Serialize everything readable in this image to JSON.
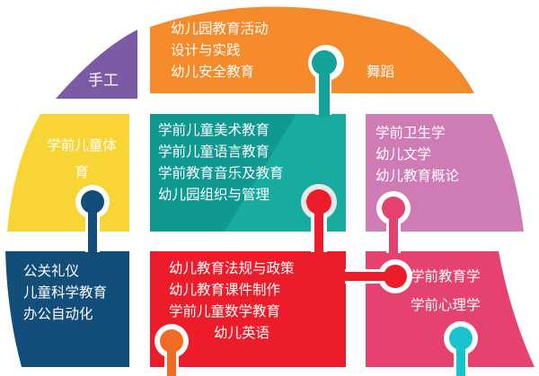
{
  "diagram": {
    "type": "puzzle-semicircle",
    "pieces": [
      {
        "id": "handcraft",
        "color": "#7b5aa6",
        "lines": [
          "手工"
        ]
      },
      {
        "id": "activities",
        "color": "#f58a2a",
        "lines": [
          "幼儿园教育活动",
          "设计与实践",
          "幼儿安全教育"
        ],
        "extra": "舞蹈"
      },
      {
        "id": "pe",
        "color": "#f9d435",
        "lines": [
          "学前儿童体",
          "育"
        ]
      },
      {
        "id": "arts",
        "color": "#14a399",
        "lines": [
          "学前儿童美术教育",
          "学前儿童语言教育",
          "学前教育音乐及教育",
          "幼儿园组织与管理"
        ]
      },
      {
        "id": "health",
        "color": "#cf7bb6",
        "lines": [
          "学前卫生学",
          "幼儿文学",
          "幼儿教育概论"
        ]
      },
      {
        "id": "etiquette",
        "color": "#134d7a",
        "lines": [
          "公关礼仪",
          "儿童科学教育",
          "办公自动化"
        ]
      },
      {
        "id": "policy",
        "color": "#ec1c2a",
        "lines": [
          "幼儿教育法规与政策",
          "幼儿教育课件制作",
          "学前儿童数学教育",
          "幼儿英语"
        ]
      },
      {
        "id": "pedagogy",
        "color": "#e6426f",
        "lines": [
          "学前教育学",
          "学前心理学"
        ]
      }
    ],
    "connector_colors": {
      "teal_knob": "#14a399",
      "navy_knob": "#134d7a",
      "red_knob": "#ec1c2a",
      "pink_knob": "#e6426f",
      "orange_knob": "#f26b22",
      "cyan_knob": "#18c4cc"
    }
  }
}
